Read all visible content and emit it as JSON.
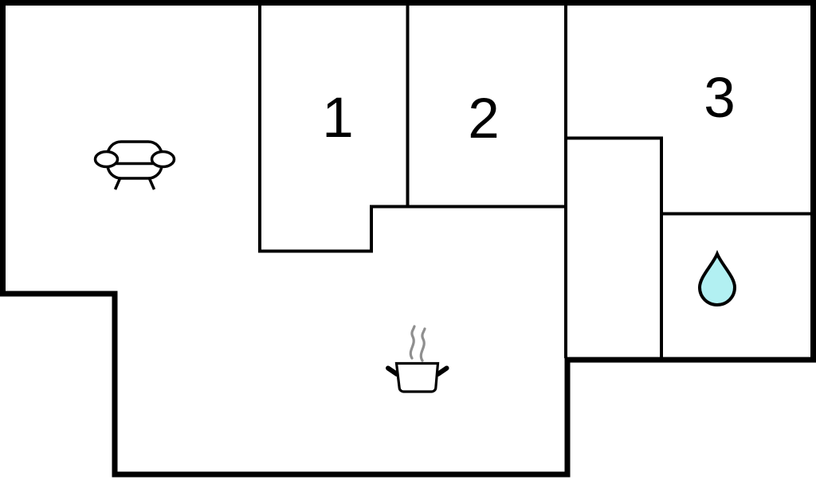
{
  "floorplan": {
    "kind": "apartment-floor-plan",
    "colors": {
      "background": "#ffffff",
      "wall": "#000000",
      "label": "#000000",
      "drop_fill": "#b2f0f2",
      "steam": "#8f8f8f"
    },
    "rooms": [
      {
        "label": "1"
      },
      {
        "label": "2"
      },
      {
        "label": "3"
      }
    ],
    "icons": [
      {
        "name": "sofa-icon",
        "area": "living-room"
      },
      {
        "name": "cooking-pot-icon",
        "area": "kitchen"
      },
      {
        "name": "steam-icon",
        "area": "kitchen"
      },
      {
        "name": "water-drop-icon",
        "area": "bathroom"
      }
    ]
  }
}
